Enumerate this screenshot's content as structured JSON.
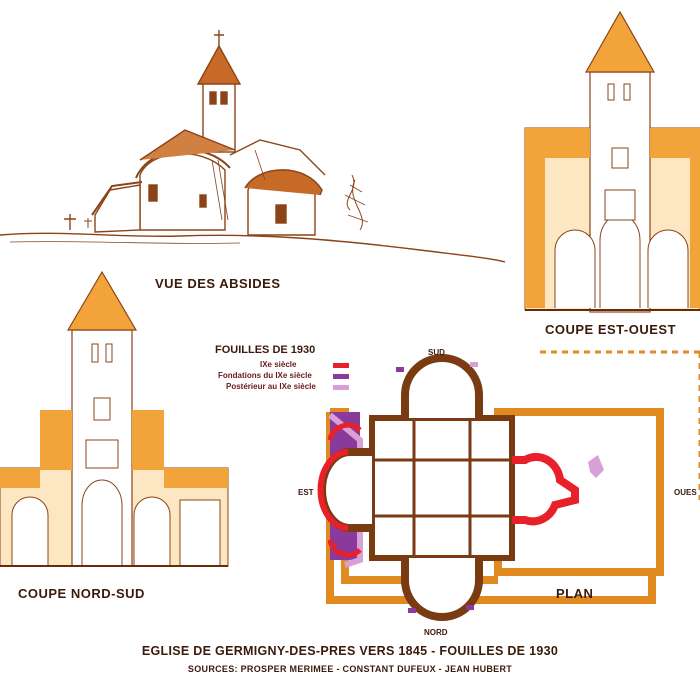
{
  "views": {
    "apses": "VUE DES ABSIDES",
    "east_west": "COUPE EST-OUEST",
    "north_south": "COUPE NORD-SUD",
    "plan": "PLAN"
  },
  "legend": {
    "title": "FOUILLES DE 1930",
    "items": [
      {
        "label": "IXe siècle",
        "color": "#e8202a"
      },
      {
        "label": "Fondations du IXe siècle",
        "color": "#8a3a9a"
      },
      {
        "label": "Postérieur au IXe siècle",
        "color": "#d9a0d8"
      }
    ]
  },
  "compass": {
    "south": "SUD",
    "north": "NORD",
    "east": "EST",
    "west": "OUES"
  },
  "footer": {
    "title": "EGLISE DE GERMIGNY-DES-PRES VERS 1845 - FOUILLES DE 1930",
    "sources": "SOURCES: PROSPER MERIMEE - CONSTANT DUFEUX - JEAN HUBERT"
  },
  "colors": {
    "wall_brown": "#7a3a12",
    "roof_orange": "#f2a33a",
    "plan_orange": "#e08a20",
    "text_dark": "#3a1a0a"
  }
}
